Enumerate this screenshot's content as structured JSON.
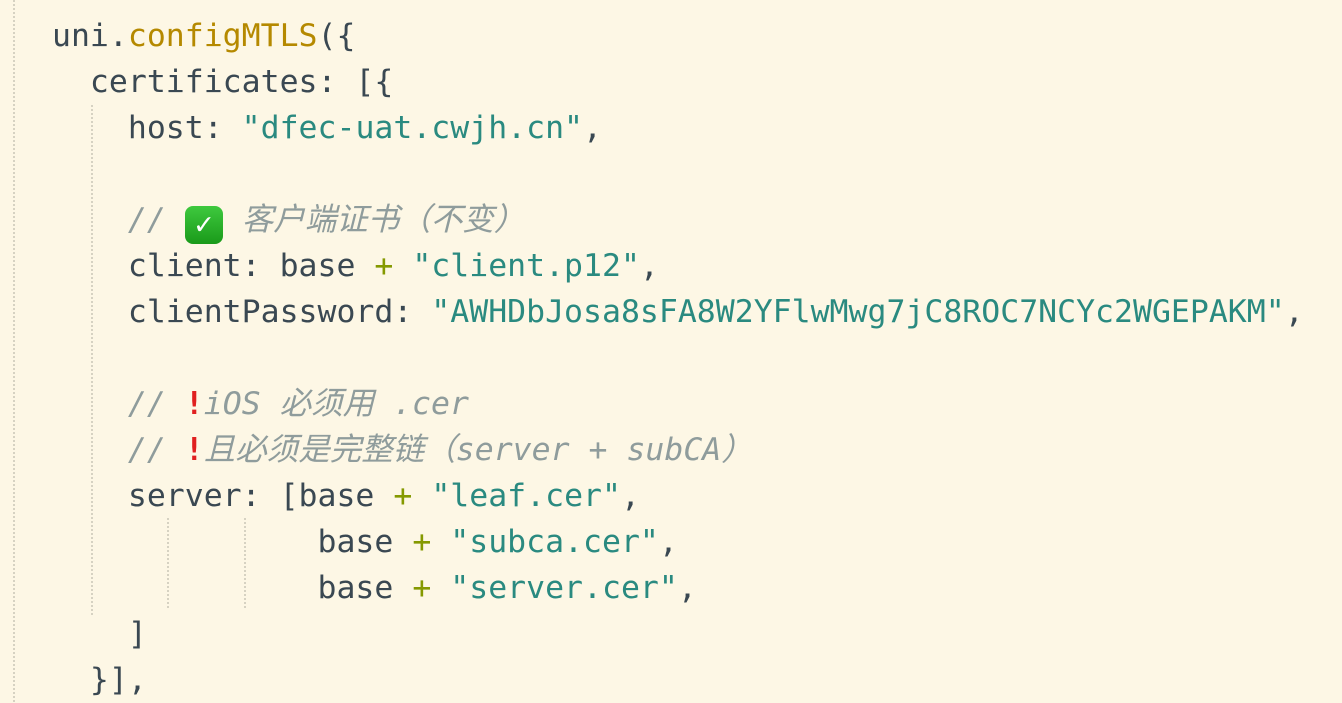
{
  "editor": {
    "theme_colors": {
      "background": "#fdf7e5",
      "text": "#3a4852",
      "function": "#b58900",
      "string": "#2a8a80",
      "operator": "#859900",
      "comment": "#8f9c9c"
    },
    "lines": [
      [
        {
          "t": "uni.",
          "c": ""
        },
        {
          "t": "configMTLS",
          "c": "fn"
        },
        {
          "t": "({",
          "c": ""
        }
      ],
      [
        {
          "t": "  certificates: [{",
          "c": ""
        }
      ],
      [
        {
          "t": "    host: ",
          "c": ""
        },
        {
          "t": "\"dfec-uat.cwjh.cn\"",
          "c": "str"
        },
        {
          "t": ",",
          "c": ""
        }
      ],
      [],
      [
        {
          "t": "    // ",
          "c": "cm"
        },
        {
          "icon": "check-icon",
          "t": "✅"
        },
        {
          "t": " 客户端证书（不变）",
          "c": "cm"
        }
      ],
      [
        {
          "t": "    client: base ",
          "c": ""
        },
        {
          "t": "+",
          "c": "op"
        },
        {
          "t": " ",
          "c": ""
        },
        {
          "t": "\"client.p12\"",
          "c": "str"
        },
        {
          "t": ",",
          "c": ""
        }
      ],
      [
        {
          "t": "    clientPassword: ",
          "c": ""
        },
        {
          "t": "\"AWHDbJosa8sFA8W2YFlwMwg7jC8ROC7NCYc2WGEPAKM\"",
          "c": "str"
        },
        {
          "t": ",",
          "c": ""
        }
      ],
      [],
      [
        {
          "t": "    // ",
          "c": "cm"
        },
        {
          "icon": "exclamation-icon",
          "t": "❗"
        },
        {
          "t": "iOS 必须用 .cer",
          "c": "cm"
        }
      ],
      [
        {
          "t": "    // ",
          "c": "cm"
        },
        {
          "icon": "exclamation-icon",
          "t": "❗"
        },
        {
          "t": "且必须是完整链（server + subCA）",
          "c": "cm"
        }
      ],
      [
        {
          "t": "    server: [base ",
          "c": ""
        },
        {
          "t": "+",
          "c": "op"
        },
        {
          "t": " ",
          "c": ""
        },
        {
          "t": "\"leaf.cer\"",
          "c": "str"
        },
        {
          "t": ",",
          "c": ""
        }
      ],
      [
        {
          "t": "              base ",
          "c": ""
        },
        {
          "t": "+",
          "c": "op"
        },
        {
          "t": " ",
          "c": ""
        },
        {
          "t": "\"subca.cer\"",
          "c": "str"
        },
        {
          "t": ",",
          "c": ""
        }
      ],
      [
        {
          "t": "              base ",
          "c": ""
        },
        {
          "t": "+",
          "c": "op"
        },
        {
          "t": " ",
          "c": ""
        },
        {
          "t": "\"server.cer\"",
          "c": "str"
        },
        {
          "t": ",",
          "c": ""
        }
      ],
      [
        {
          "t": "    ]",
          "c": ""
        }
      ],
      [
        {
          "t": "  }],",
          "c": ""
        }
      ]
    ]
  }
}
